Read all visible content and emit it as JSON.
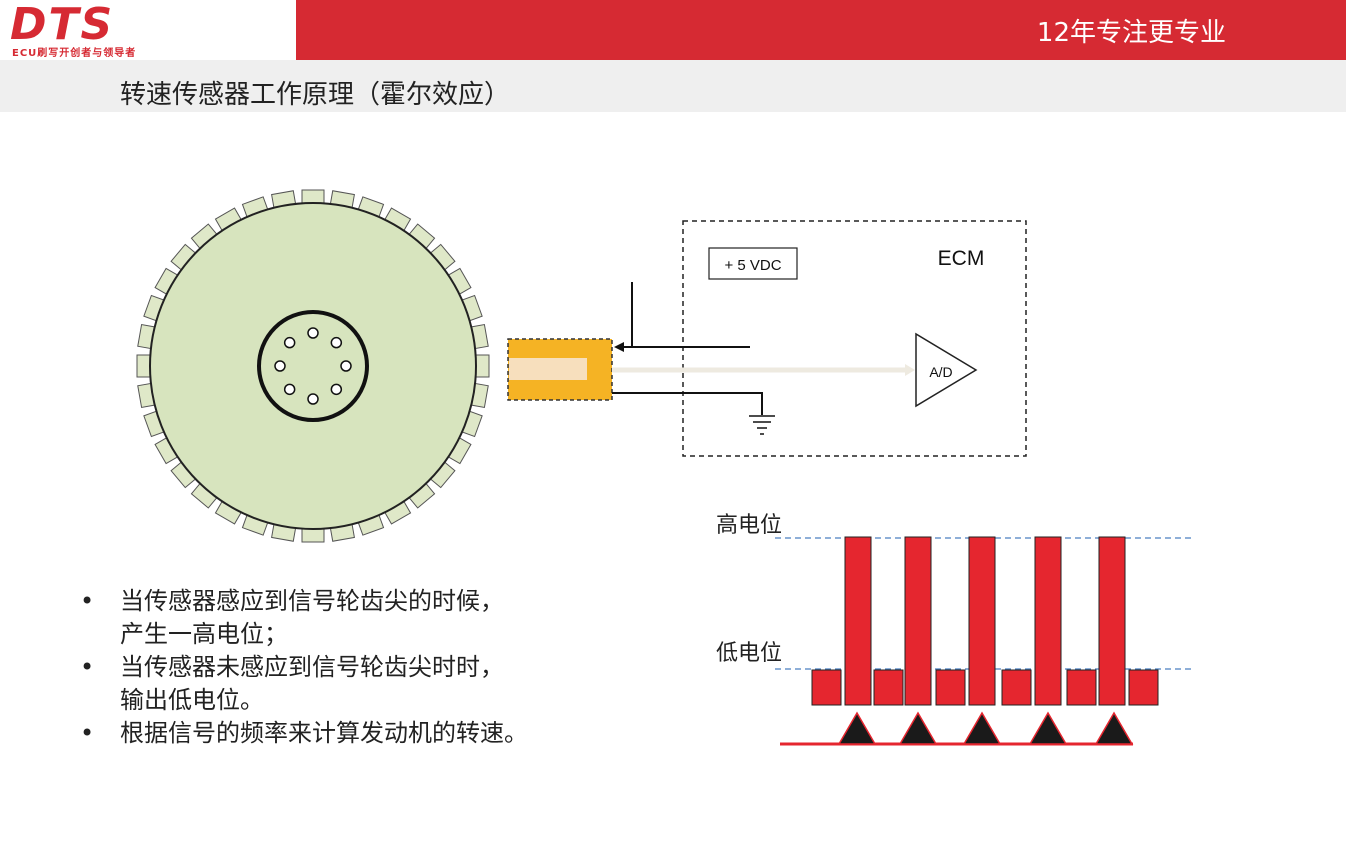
{
  "header": {
    "logo": "DTS",
    "logo_sub": "ECU刷写开创者与领导者",
    "slogan": "12年专注更专业"
  },
  "page_title": "转速传感器工作原理（霍尔效应）",
  "ecm": {
    "label": "ECM",
    "supply": "+ 5 VDC",
    "converter": "A/D"
  },
  "waveform": {
    "high_label": "高电位",
    "low_label": "低电位",
    "pulse_count": 5
  },
  "bullets": [
    [
      "当传感器感应到信号轮齿尖的时候，",
      "产生一高电位；"
    ],
    [
      "当传感器未感应到信号轮齿尖时时，",
      "输出低电位。"
    ],
    [
      "根据信号的频率来计算发动机的转速。"
    ]
  ],
  "colors": {
    "brand_red": "#d62a33",
    "wheel_fill": "#d7e4be",
    "tooth_fill": "#dfe8c8",
    "sensor_fill": "#f5b324",
    "sensor_core": "#f7dfbd",
    "signal_red": "#e5262f"
  }
}
